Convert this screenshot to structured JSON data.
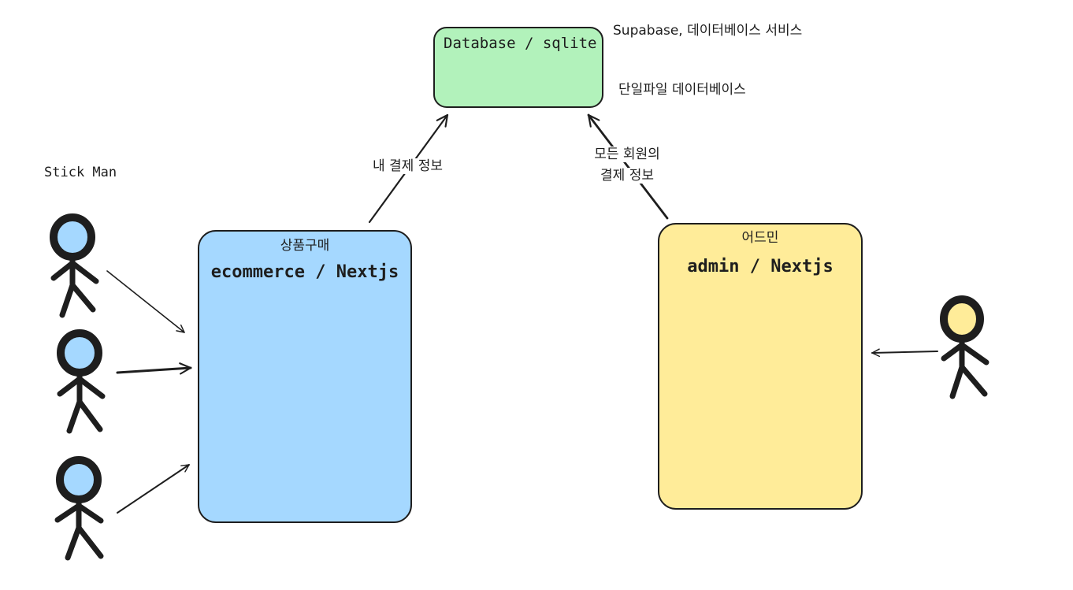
{
  "database": {
    "title": "Database / sqlite",
    "note_service": "Supabase, 데이터베이스 서비스",
    "note_file": "단일파일 데이터베이스",
    "fill": "#b2f2bb"
  },
  "ecommerce": {
    "subtitle": "상품구매",
    "title": "ecommerce / Nextjs",
    "fill": "#a5d8ff"
  },
  "admin": {
    "subtitle": "어드민",
    "title": "admin / Nextjs",
    "fill": "#ffec99"
  },
  "connections": {
    "ecommerce_to_db": "내 결제 정보",
    "admin_to_db_line1": "모든 회원의",
    "admin_to_db_line2": "결제 정보"
  },
  "actors": {
    "label": "Stick Man",
    "user_head_fill": "#a5d8ff",
    "admin_head_fill": "#ffec99",
    "stroke": "#1e1e1e"
  }
}
